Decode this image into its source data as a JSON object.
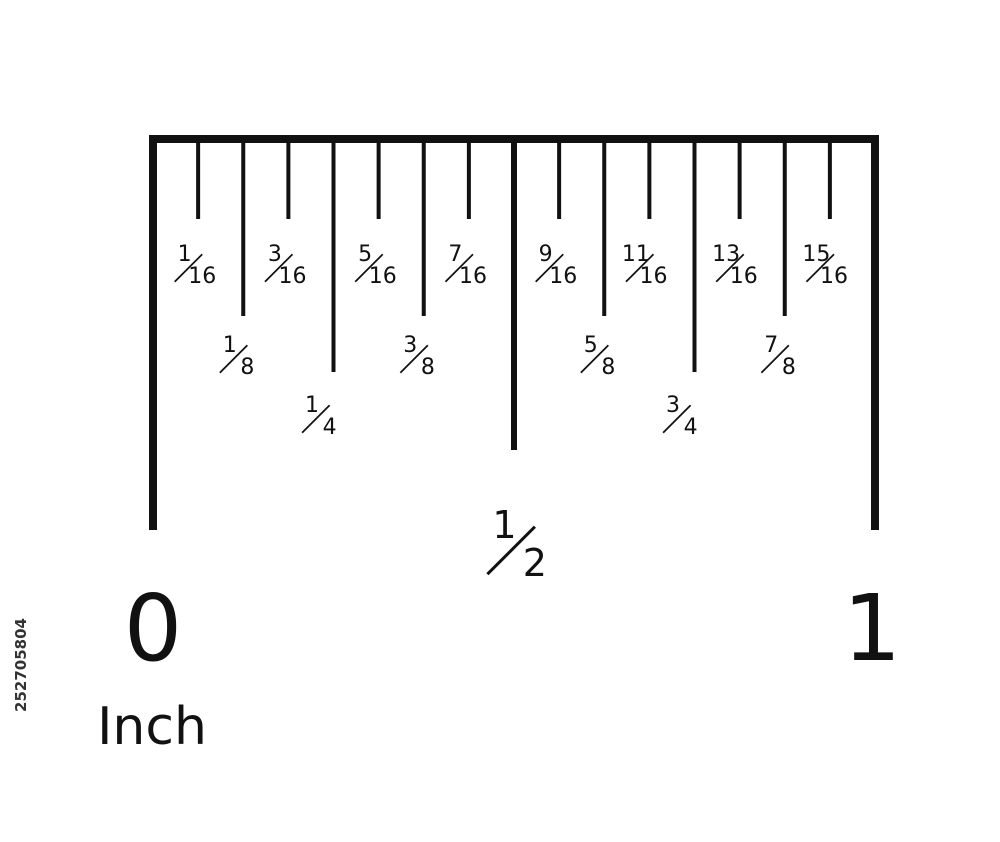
{
  "ruler": {
    "unit_label": "Inch",
    "start_label": "0",
    "end_label": "1",
    "ink_color": "#111111",
    "marks": [
      {
        "value": 0.0625,
        "num": "1",
        "den": "16"
      },
      {
        "value": 0.125,
        "num": "1",
        "den": "8"
      },
      {
        "value": 0.1875,
        "num": "3",
        "den": "16"
      },
      {
        "value": 0.25,
        "num": "1",
        "den": "4"
      },
      {
        "value": 0.3125,
        "num": "5",
        "den": "16"
      },
      {
        "value": 0.375,
        "num": "3",
        "den": "8"
      },
      {
        "value": 0.4375,
        "num": "7",
        "den": "16"
      },
      {
        "value": 0.5,
        "num": "1",
        "den": "2"
      },
      {
        "value": 0.5625,
        "num": "9",
        "den": "16"
      },
      {
        "value": 0.625,
        "num": "5",
        "den": "8"
      },
      {
        "value": 0.6875,
        "num": "11",
        "den": "16"
      },
      {
        "value": 0.75,
        "num": "3",
        "den": "4"
      },
      {
        "value": 0.8125,
        "num": "13",
        "den": "16"
      },
      {
        "value": 0.875,
        "num": "7",
        "den": "8"
      },
      {
        "value": 0.9375,
        "num": "15",
        "den": "16"
      }
    ]
  },
  "watermark": {
    "stock_id": "252705804"
  }
}
